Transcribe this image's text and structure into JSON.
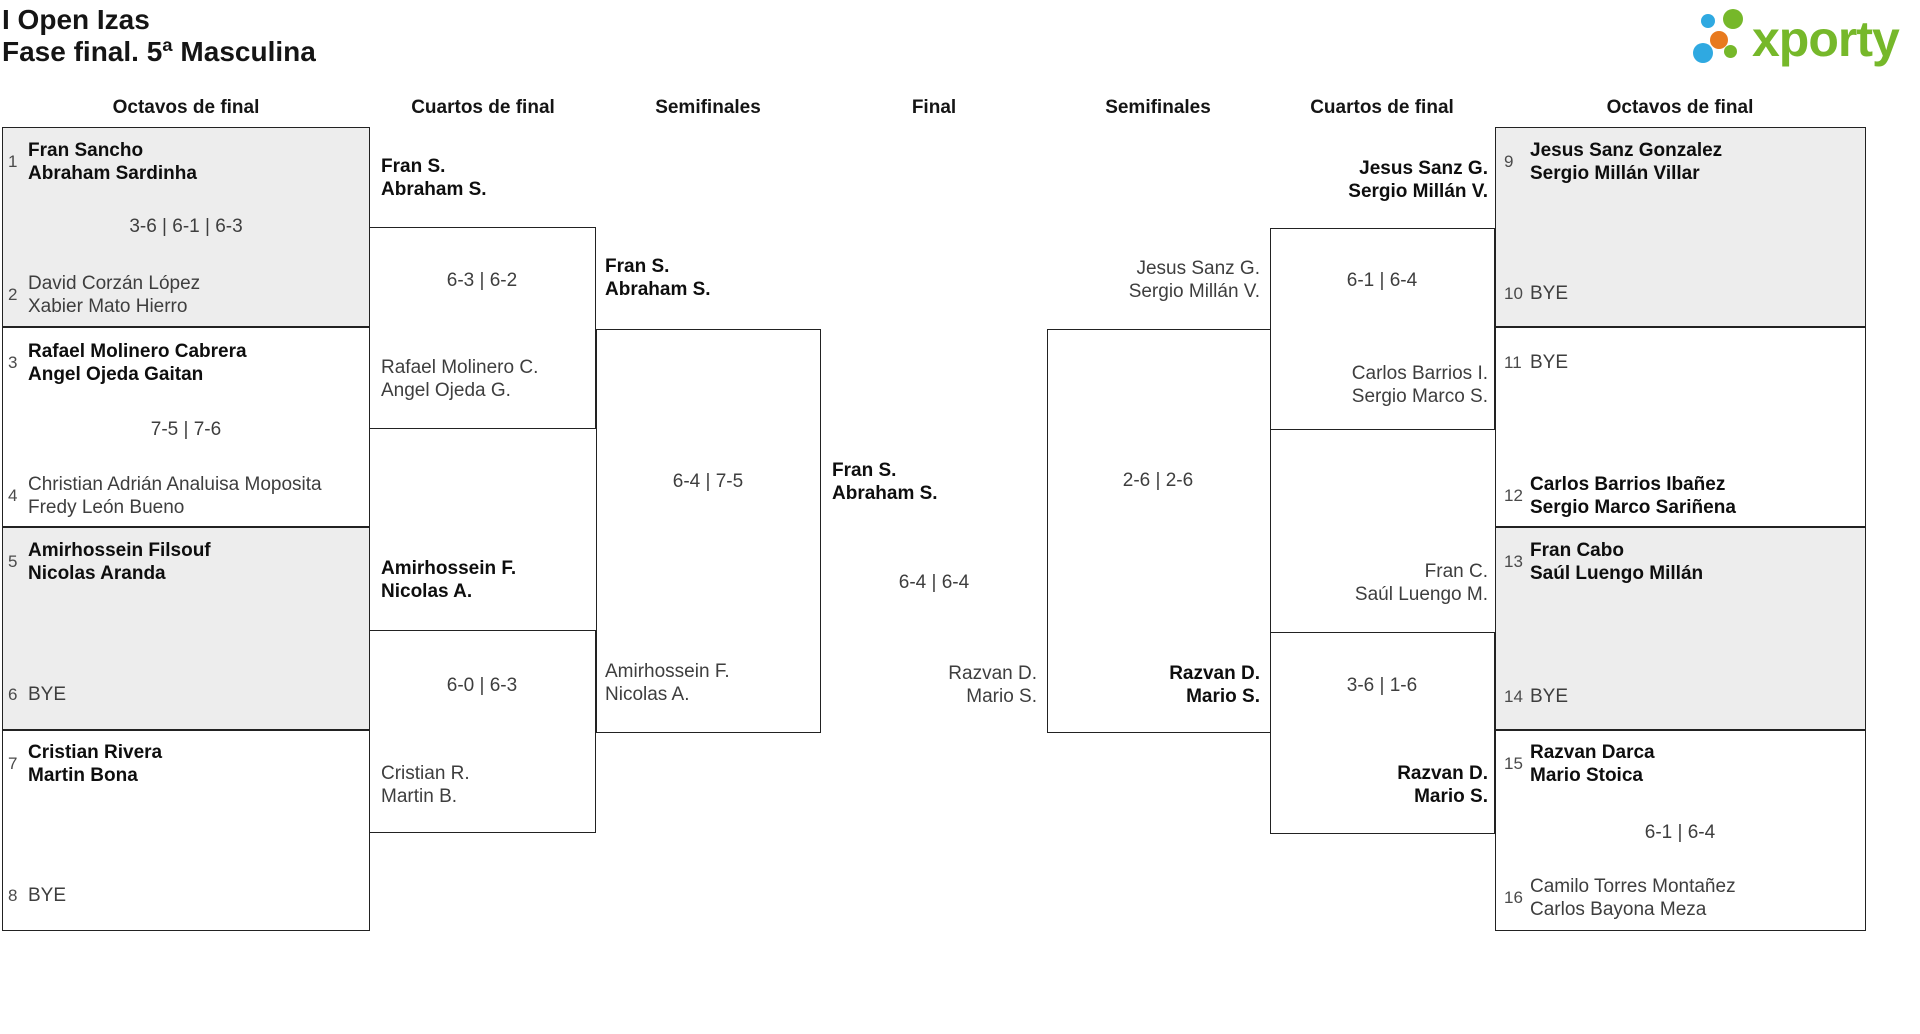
{
  "title": {
    "line1": "I Open Izas",
    "line2": "Fase final. 5ª Masculina"
  },
  "brand": {
    "name": "xporty",
    "green": "#76b82a",
    "orange": "#e87a1e",
    "blue": "#2fa9e1"
  },
  "columns": {
    "c1": "Octavos de final",
    "c2": "Cuartos de final",
    "c3": "Semifinales",
    "c4": "Final",
    "c5": "Semifinales",
    "c6": "Cuartos de final",
    "c7": "Octavos de final"
  },
  "octavos_left": {
    "m1": {
      "seed_top": "1",
      "top1": "Fran Sancho",
      "top2": "Abraham Sardinha",
      "score": "3-6 | 6-1 | 6-3",
      "seed_bot": "2",
      "bot1": "David Corzán López",
      "bot2": "Xabier Mato Hierro"
    },
    "m2": {
      "seed_top": "3",
      "top1": "Rafael Molinero Cabrera",
      "top2": "Angel Ojeda Gaitan",
      "score": "7-5 | 7-6",
      "seed_bot": "4",
      "bot1": "Christian Adrián Analuisa Moposita",
      "bot2": "Fredy León Bueno"
    },
    "m3": {
      "seed_top": "5",
      "top1": "Amirhossein Filsouf",
      "top2": "Nicolas Aranda",
      "seed_bot": "6",
      "bot_bye": "BYE"
    },
    "m4": {
      "seed_top": "7",
      "top1": "Cristian Rivera",
      "top2": "Martin Bona",
      "seed_bot": "8",
      "bot_bye": "BYE"
    }
  },
  "cuartos_left": {
    "m1": {
      "win1": "Fran S.",
      "win2": "Abraham S.",
      "score": "6-3 | 6-2",
      "lose1": "Rafael Molinero C.",
      "lose2": "Angel Ojeda G."
    },
    "m2": {
      "win1": "Amirhossein F.",
      "win2": "Nicolas A.",
      "score": "6-0 | 6-3",
      "lose1": "Cristian R.",
      "lose2": "Martin B."
    }
  },
  "semifinal_left": {
    "win1": "Fran S.",
    "win2": "Abraham S.",
    "score": "6-4 | 7-5",
    "lose1": "Amirhossein F.",
    "lose2": "Nicolas A."
  },
  "final": {
    "win1": "Fran S.",
    "win2": "Abraham S.",
    "score": "6-4 | 6-4",
    "lose1": "Razvan D.",
    "lose2": "Mario S."
  },
  "semifinal_right": {
    "lose1": "Jesus Sanz G.",
    "lose2": "Sergio Millán V.",
    "score": "2-6 | 2-6",
    "win1": "Razvan D.",
    "win2": "Mario S."
  },
  "cuartos_right": {
    "m1": {
      "win1": "Jesus Sanz G.",
      "win2": "Sergio Millán V.",
      "score": "6-1 | 6-4",
      "lose1": "Carlos Barrios I.",
      "lose2": "Sergio Marco S."
    },
    "m2": {
      "lose1": "Fran C.",
      "lose2": "Saúl Luengo M.",
      "score": "3-6 | 1-6",
      "win1": "Razvan D.",
      "win2": "Mario S."
    }
  },
  "octavos_right": {
    "m1": {
      "seed_top": "9",
      "top1": "Jesus Sanz Gonzalez",
      "top2": "Sergio Millán Villar",
      "seed_bot": "10",
      "bot_bye": "BYE"
    },
    "m2": {
      "seed_top": "11",
      "top_bye": "BYE",
      "seed_bot": "12",
      "bot1": "Carlos Barrios Ibañez",
      "bot2": "Sergio Marco Sariñena"
    },
    "m3": {
      "seed_top": "13",
      "top1": "Fran Cabo",
      "top2": "Saúl Luengo Millán",
      "seed_bot": "14",
      "bot_bye": "BYE"
    },
    "m4": {
      "seed_top": "15",
      "top1": "Razvan Darca",
      "top2": "Mario Stoica",
      "score": "6-1 | 6-4",
      "seed_bot": "16",
      "bot1": "Camilo Torres Montañez",
      "bot2": "Carlos Bayona Meza"
    }
  }
}
